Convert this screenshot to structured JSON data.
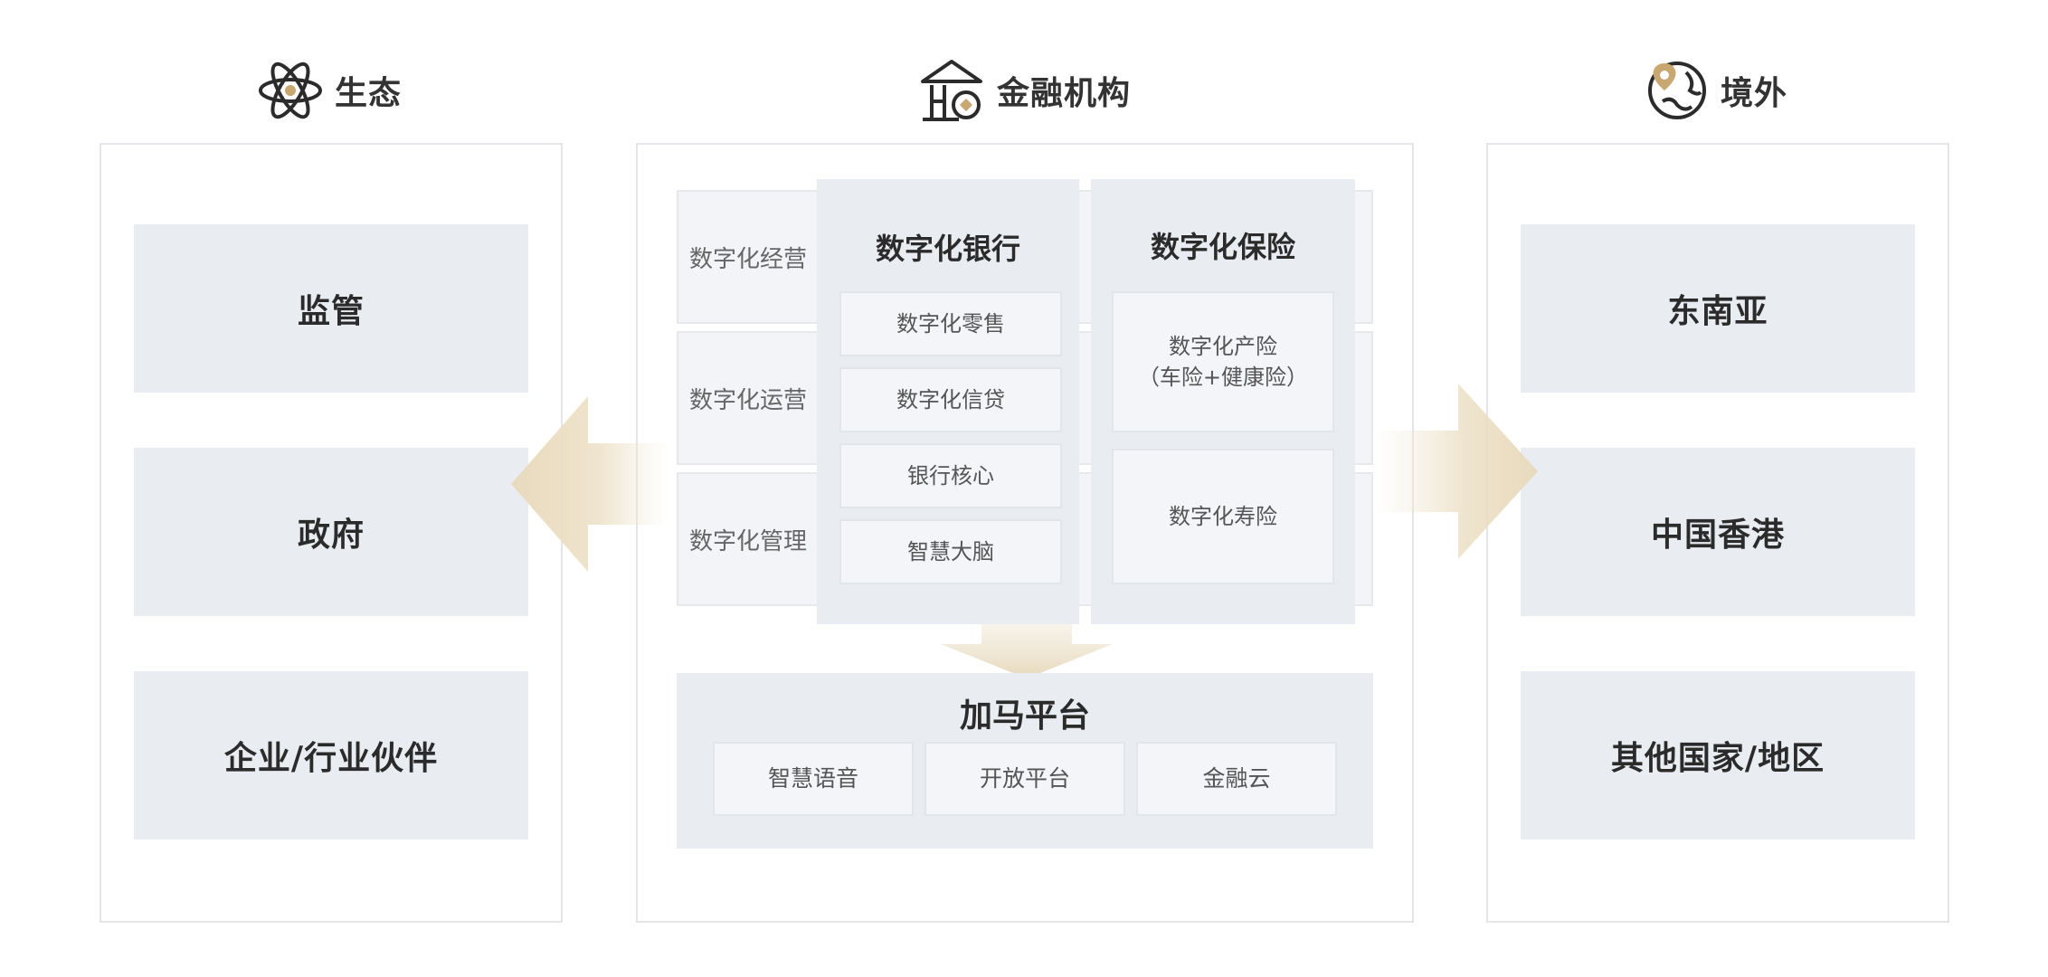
{
  "ecosystem": {
    "title": "生态",
    "items": [
      "监管",
      "政府",
      "企业/行业伙伴"
    ]
  },
  "financial": {
    "title": "金融机构",
    "rows": [
      "数字化经营",
      "数字化运营",
      "数字化管理"
    ],
    "bank": {
      "title": "数字化银行",
      "items": [
        "数字化零售",
        "数字化信贷",
        "银行核心",
        "智慧大脑"
      ]
    },
    "insurance": {
      "title": "数字化保险",
      "items": [
        {
          "line1": "数字化产险",
          "line2": "（车险+健康险）"
        },
        {
          "line1": "数字化寿险",
          "line2": ""
        }
      ]
    },
    "platform": {
      "title": "加马平台",
      "items": [
        "智慧语音",
        "开放平台",
        "金融云"
      ]
    }
  },
  "overseas": {
    "title": "境外",
    "items": [
      "东南亚",
      "中国香港",
      "其他国家/地区"
    ]
  },
  "colors": {
    "accent_gold": "#c9a770",
    "box_gray": "#e9ecf1",
    "border_gray": "#e3e5e8"
  }
}
